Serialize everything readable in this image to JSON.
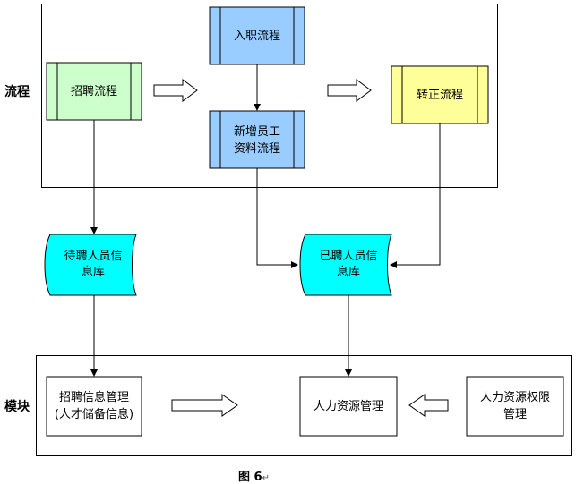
{
  "sections": {
    "process": "流程",
    "modules": "模块"
  },
  "processes": {
    "recruit": "招聘流程",
    "onboard": "入职流程",
    "new_employee": [
      "新增员工",
      "资料流程"
    ],
    "regular": "转正流程"
  },
  "databases": {
    "candidates": [
      "待聘人员信",
      "息库"
    ],
    "hired": [
      "已聘人员信",
      "息库"
    ]
  },
  "modules": {
    "recruit_mgmt": [
      "招聘信息管理",
      "(人才储备信息)"
    ],
    "hr_mgmt": "人力资源管理",
    "hr_permission": [
      "人力资源权限",
      "管理"
    ]
  },
  "caption": {
    "label": "图 6",
    "mark": "↵"
  },
  "colors": {
    "green": "#ccffcc",
    "blue": "#99ccff",
    "yellow": "#ffff99",
    "cyan": "#00ffff"
  }
}
